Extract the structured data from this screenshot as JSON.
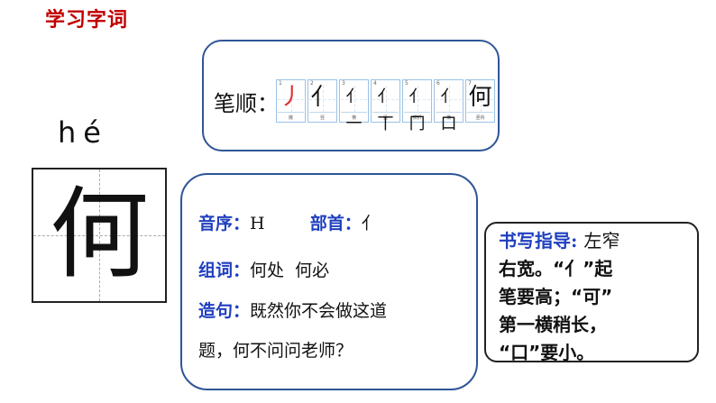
{
  "title": "学习字词",
  "stroke_order": {
    "label": "笔顺：",
    "steps": [
      {
        "num": "1",
        "glyph": "丿",
        "name": "撇"
      },
      {
        "num": "2",
        "glyph": "亻",
        "name": "竖"
      },
      {
        "num": "3",
        "glyph": "亻一",
        "name": "横"
      },
      {
        "num": "4",
        "glyph": "亻丅",
        "name": "竖"
      },
      {
        "num": "5",
        "glyph": "亻冂",
        "name": "横折"
      },
      {
        "num": "6",
        "glyph": "亻口",
        "name": "横"
      },
      {
        "num": "7",
        "glyph": "何",
        "name": "竖钩"
      }
    ]
  },
  "pinyin": "hé",
  "character": "何",
  "info": {
    "sequence_label": "音序",
    "sequence_value": "H",
    "radical_label": "部首",
    "radical_value": "亻",
    "words_label": "组词",
    "words_value": "何处  何必",
    "sentence_label": "造句",
    "sentence_value_1": "既然你不会做这道",
    "sentence_value_2": "题，何不问问老师？"
  },
  "guide": {
    "label": "书写指导:",
    "line1_rest": "左窄",
    "line2": "右宽。“亻”起",
    "line3": "笔要高；“可”",
    "line4": "第一横稍长，",
    "line5": "“口”要小。"
  },
  "colors": {
    "title": "#c00000",
    "label_blue": "#1f3fbf",
    "border_blue": "#2f5597"
  }
}
